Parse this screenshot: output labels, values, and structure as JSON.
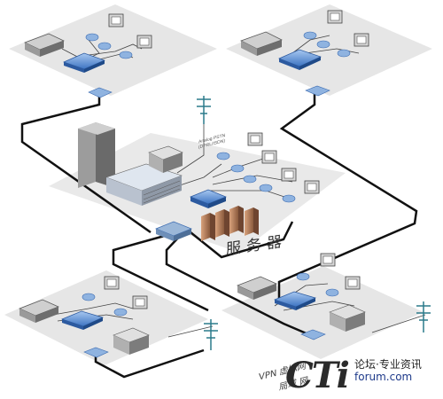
{
  "labels": {
    "server": "服务器",
    "carrier": "Analog PSTN\n(DPRL/ISDN)",
    "vpn_line1": "VPN 虚拟网",
    "vpn_line2": "局域 网"
  },
  "watermark": {
    "brand": "CTi",
    "tagline": "论坛·专业资讯",
    "url": "forum.com"
  },
  "colors": {
    "platform": "#e4e4e4",
    "link": "#111111",
    "router": "#5b8fd4"
  }
}
